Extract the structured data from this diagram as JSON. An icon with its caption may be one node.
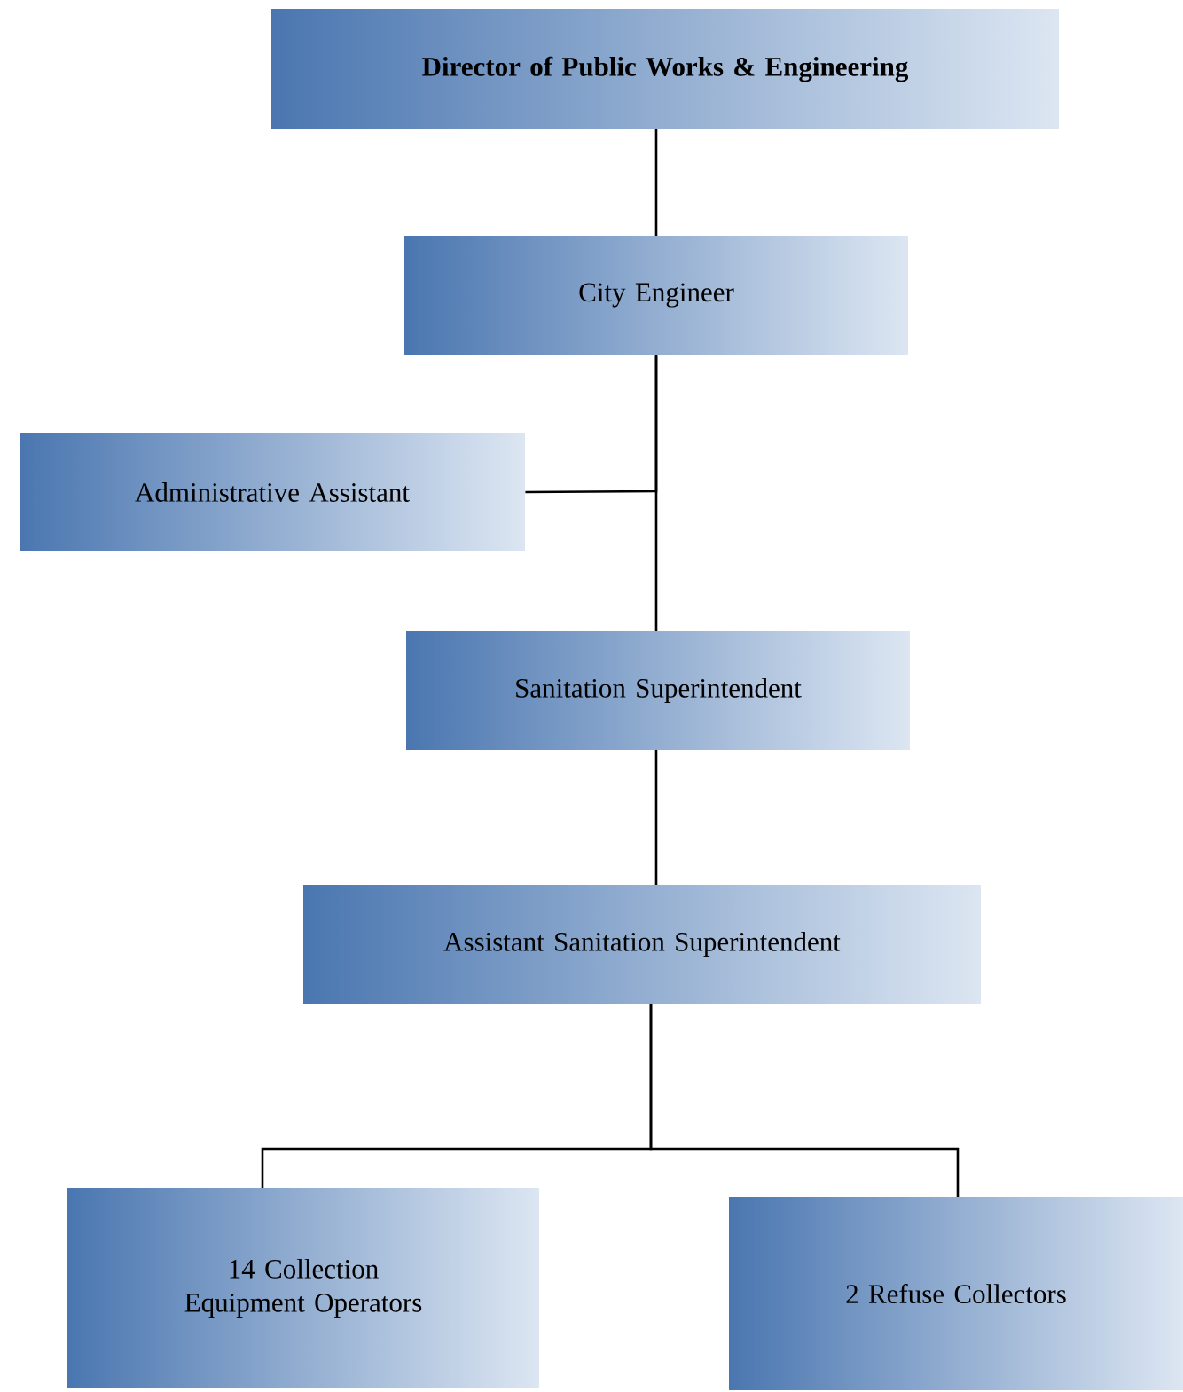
{
  "diagram": {
    "nodes": [
      {
        "text": [
          "Director of Public Works & Engineering"
        ]
      },
      {
        "text": [
          "City Engineer"
        ]
      },
      {
        "text": [
          "Administrative Assistant"
        ]
      },
      {
        "text": [
          "Sanitation Superintendent"
        ]
      },
      {
        "text": [
          "Assistant Sanitation Superintendent"
        ]
      },
      {
        "text": [
          "14 Collection Equipment Operators"
        ]
      },
      {
        "text": [
          "2 Refuse Collectors"
        ]
      }
    ],
    "edges": [
      {
        "from": 0,
        "to": 1,
        "arrow": "none"
      },
      {
        "from": 1,
        "to": 2,
        "arrow": "none"
      },
      {
        "from": 1,
        "to": 3,
        "arrow": "none"
      },
      {
        "from": 3,
        "to": 4,
        "arrow": "none"
      },
      {
        "from": 4,
        "to": 5,
        "arrow": "none"
      },
      {
        "from": 4,
        "to": 6,
        "arrow": "none"
      }
    ]
  }
}
